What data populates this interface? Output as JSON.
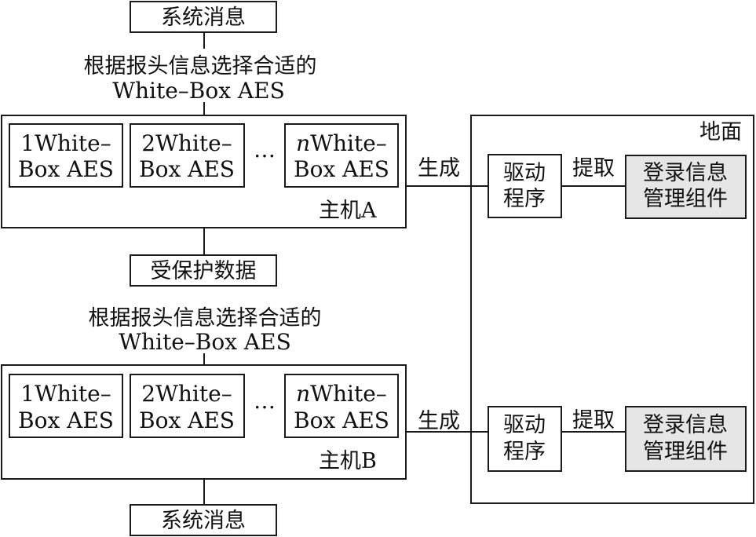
{
  "top_message": "系统消息",
  "bottom_message": "系统消息",
  "host_a": {
    "select_caption_line1": "根据报头信息选择合适的",
    "select_caption_line2": "White–Box AES",
    "modules": [
      {
        "index": "1",
        "line1": "White–",
        "line2": "Box AES"
      },
      {
        "index": "2",
        "line1": "White–",
        "line2": "Box AES"
      },
      {
        "index": "n",
        "line1": "White–",
        "line2": "Box AES"
      }
    ],
    "ellipsis": "…",
    "label": "主机A",
    "generate_label": "生成"
  },
  "protected_data": "受保护数据",
  "host_b": {
    "select_caption_line1": "根据报头信息选择合适的",
    "select_caption_line2": "White–Box AES",
    "modules": [
      {
        "index": "1",
        "line1": "White–",
        "line2": "Box AES"
      },
      {
        "index": "2",
        "line1": "White–",
        "line2": "Box AES"
      },
      {
        "index": "n",
        "line1": "White–",
        "line2": "Box AES"
      }
    ],
    "ellipsis": "…",
    "label": "主机B",
    "generate_label": "生成"
  },
  "ground": {
    "title": "地面",
    "rows": [
      {
        "driver_line1": "驱动",
        "driver_line2": "程序",
        "extract_label": "提取",
        "component_line1": "登录信息",
        "component_line2": "管理组件"
      },
      {
        "driver_line1": "驱动",
        "driver_line2": "程序",
        "extract_label": "提取",
        "component_line1": "登录信息",
        "component_line2": "管理组件"
      }
    ]
  },
  "colors": {
    "stroke": "#1a1a1a",
    "component_fill": "#e6e6e6",
    "background": "#ffffff"
  }
}
